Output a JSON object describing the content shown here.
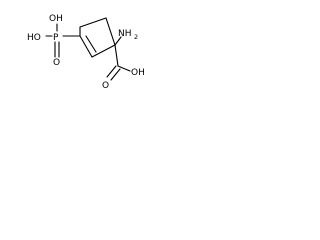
{
  "diagram": {
    "type": "chemical-structure",
    "labels": {
      "phosphonate_oh_top": "OH",
      "phosphonate_ho_left": "HO",
      "phosphorus": "P",
      "phosphoryl_oxygen": "O",
      "amine": "NH",
      "amine_subscript": "2",
      "carboxyl_oxygen": "O",
      "carboxyl_oh": "OH"
    },
    "colors": {
      "bond": "#000000",
      "label": "#000000",
      "background": "#ffffff"
    }
  }
}
